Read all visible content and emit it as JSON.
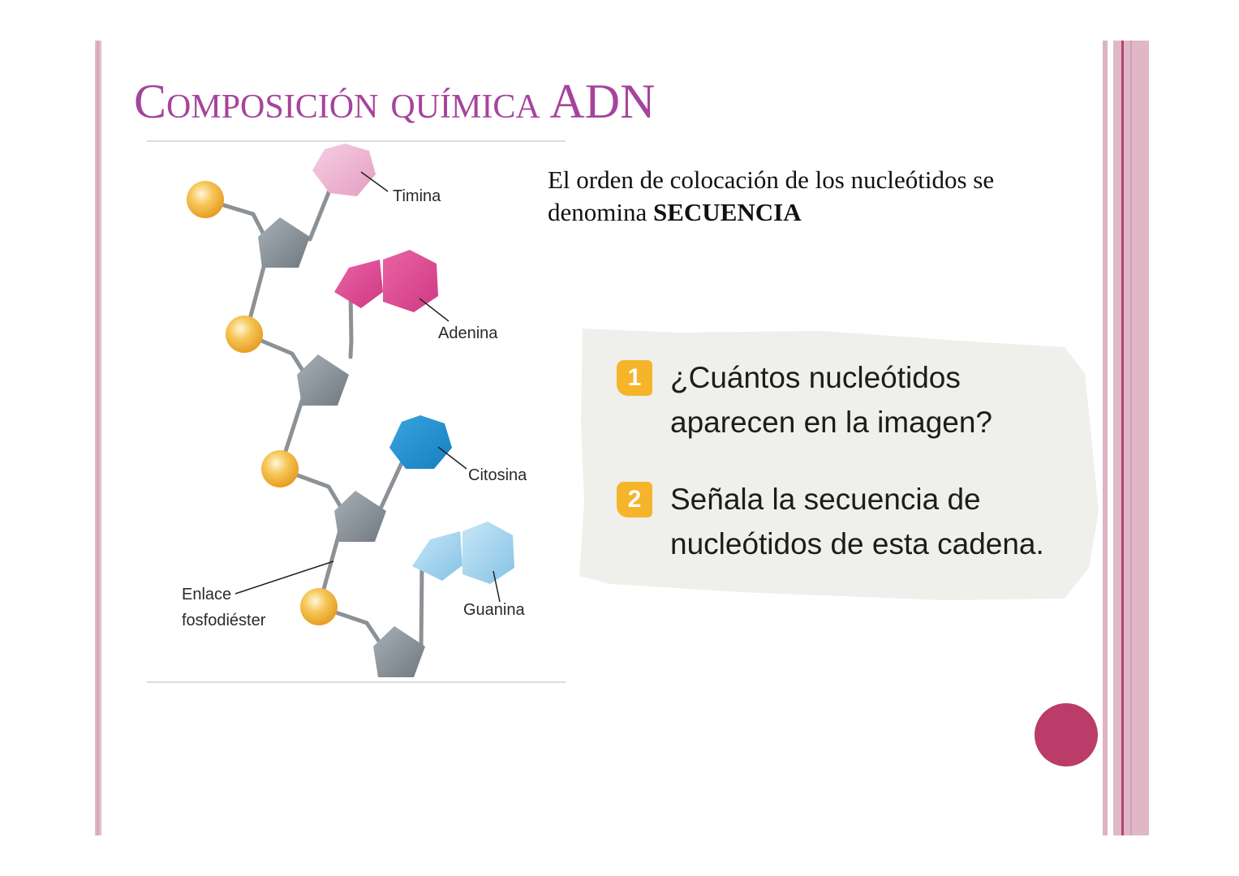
{
  "slide": {
    "title": "Composición química ADN",
    "figure": {
      "labels": {
        "timina": "Timina",
        "adenina": "Adenina",
        "citosina": "Citosina",
        "guanina": "Guanina",
        "enlace_line1": "Enlace",
        "enlace_line2": "fosfodiéster"
      },
      "colors": {
        "timina": "#eeb6d3",
        "adenina": "#dc4a92",
        "citosina": "#1f8fd0",
        "guanina": "#a9d7ef",
        "phosphate": "#f3b23a",
        "sugar": "#8e969e"
      }
    },
    "body": {
      "line1": "El orden de colocación de  los nucleótidos se",
      "line2_prefix": "denomina  ",
      "line2_bold": "SECUENCIA"
    },
    "questions": [
      {
        "number": "1",
        "text": "¿Cuántos nucleótidos aparecen en la imagen?"
      },
      {
        "number": "2",
        "text": "Señala la secuencia de nucleótidos de esta cadena."
      }
    ],
    "accent_colors": {
      "title": "#a6449c",
      "badge": "#f6b42a",
      "dot": "#bb3c68",
      "border": "#e0b7c7"
    }
  }
}
